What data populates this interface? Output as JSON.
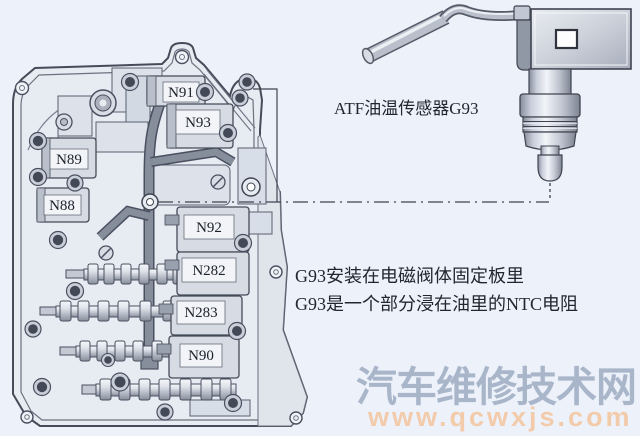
{
  "diagram": {
    "sensor_caption": "ATF油温传感器G93",
    "notes": [
      "G93安装在电磁阀体固定板里",
      "G93是一个部分浸在油里的NTC电阻"
    ],
    "solenoids": {
      "n91": "N91",
      "n93": "N93",
      "n89": "N89",
      "n88": "N88",
      "n92": "N92",
      "n282": "N282",
      "n283": "N283",
      "n90": "N90"
    }
  },
  "watermark": {
    "site_name": "汽车维修技术网",
    "site_url": "www.qcwxjs.com"
  },
  "colors": {
    "background": "#edf1fa",
    "outline": "#454b58",
    "body_fill": "#e7ebf2",
    "detail_fill": "#dde2ea",
    "metal_dark": "#8e95a2",
    "watermark_name": "#a9b6ca",
    "watermark_url": "#f2cbaa",
    "text": "#22262e"
  }
}
